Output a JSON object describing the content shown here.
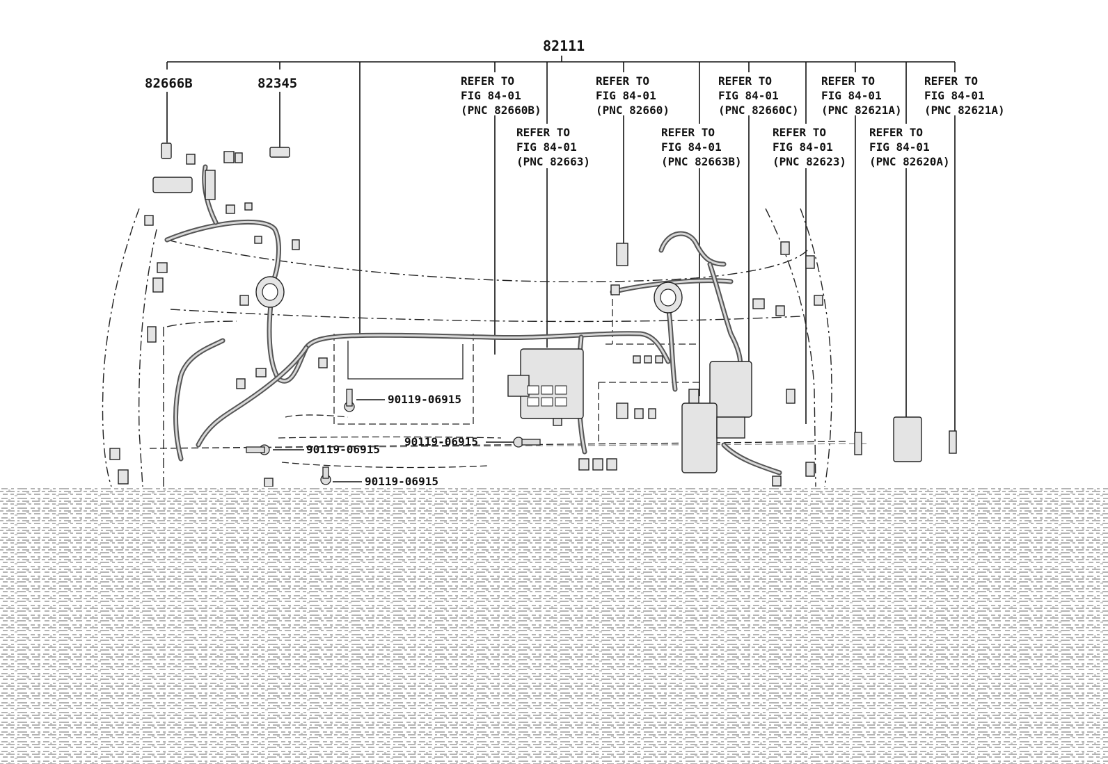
{
  "diagram": {
    "main_part": "82111",
    "parts": [
      {
        "id": "82666B"
      },
      {
        "id": "82345"
      }
    ],
    "references": [
      {
        "line1": "REFER TO",
        "line2": "FIG 84-01",
        "line3": "(PNC 82660B)"
      },
      {
        "line1": "REFER TO",
        "line2": "FIG 84-01",
        "line3": "(PNC 82663)"
      },
      {
        "line1": "REFER TO",
        "line2": "FIG 84-01",
        "line3": "(PNC 82660)"
      },
      {
        "line1": "REFER TO",
        "line2": "FIG 84-01",
        "line3": "(PNC 82663B)"
      },
      {
        "line1": "REFER TO",
        "line2": "FIG 84-01",
        "line3": "(PNC 82660C)"
      },
      {
        "line1": "REFER TO",
        "line2": "FIG 84-01",
        "line3": "(PNC 82623)"
      },
      {
        "line1": "REFER TO",
        "line2": "FIG 84-01",
        "line3": "(PNC 82621A)"
      },
      {
        "line1": "REFER TO",
        "line2": "FIG 84-01",
        "line3": "(PNC 82620A)"
      },
      {
        "line1": "REFER TO",
        "line2": "FIG 84-01",
        "line3": "(PNC 82621A)"
      }
    ],
    "bolts": [
      {
        "id": "90119-06915"
      },
      {
        "id": "90119-06915"
      },
      {
        "id": "90119-06915"
      },
      {
        "id": "90119-06915"
      }
    ]
  }
}
